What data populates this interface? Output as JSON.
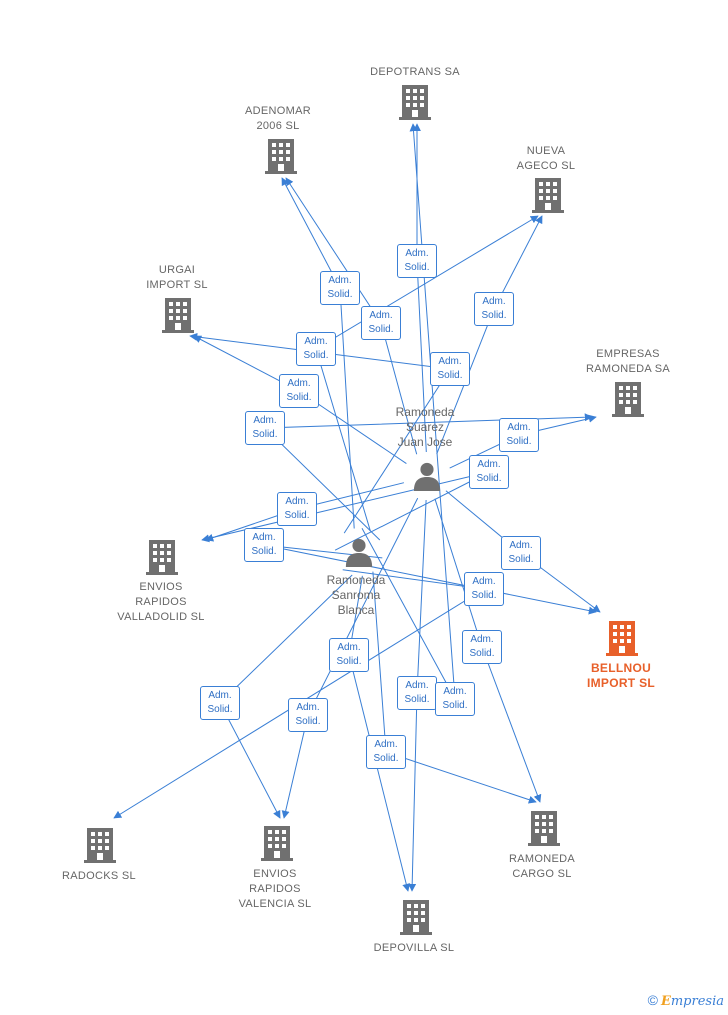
{
  "colors": {
    "edge": "#3a7fd5",
    "company": "#707070",
    "focus": "#e8602a",
    "person": "#707070"
  },
  "edge_label": "Adm.\nSolid.",
  "people": [
    {
      "id": "p1",
      "name": "Ramoneda\nSuarez\nJuan Jose",
      "icon": "person-icon"
    },
    {
      "id": "p2",
      "name": "Ramoneda\nSanroma\nBlanca",
      "icon": "person-icon"
    }
  ],
  "companies": [
    {
      "id": "c_depotrans",
      "name": "DEPOTRANS SA",
      "icon": "building-icon"
    },
    {
      "id": "c_adenomar",
      "name": "ADENOMAR\n2006 SL",
      "icon": "building-icon"
    },
    {
      "id": "c_nueva",
      "name": "NUEVA\nAGECO SL",
      "icon": "building-icon"
    },
    {
      "id": "c_urgai",
      "name": "URGAI\nIMPORT  SL",
      "icon": "building-icon"
    },
    {
      "id": "c_empresas",
      "name": "EMPRESAS\nRAMONEDA SA",
      "icon": "building-icon"
    },
    {
      "id": "c_envios_vall",
      "name": "ENVIOS\nRAPIDOS\nVALLADOLID SL",
      "icon": "building-icon"
    },
    {
      "id": "c_bellnou",
      "name": "BELLNOU\nIMPORT  SL",
      "icon": "building-icon",
      "focus": true
    },
    {
      "id": "c_radocks",
      "name": "RADOCKS  SL",
      "icon": "building-icon"
    },
    {
      "id": "c_envios_val",
      "name": "ENVIOS\nRAPIDOS\nVALENCIA  SL",
      "icon": "building-icon"
    },
    {
      "id": "c_depovilla",
      "name": "DEPOVILLA  SL",
      "icon": "building-icon"
    },
    {
      "id": "c_ramoneda_cargo",
      "name": "RAMONEDA\nCARGO SL",
      "icon": "building-icon"
    }
  ],
  "relations": [
    {
      "from": "p1",
      "to": "c_depotrans",
      "label": "Adm.\nSolid."
    },
    {
      "from": "p1",
      "to": "c_adenomar",
      "label": "Adm.\nSolid."
    },
    {
      "from": "p1",
      "to": "c_nueva",
      "label": "Adm.\nSolid."
    },
    {
      "from": "p1",
      "to": "c_urgai",
      "label": "Adm.\nSolid."
    },
    {
      "from": "p1",
      "to": "c_empresas",
      "label": "Adm.\nSolid."
    },
    {
      "from": "p1",
      "to": "c_envios_vall",
      "label": "Adm.\nSolid."
    },
    {
      "from": "p1",
      "to": "c_bellnou",
      "label": "Adm.\nSolid."
    },
    {
      "from": "p1",
      "to": "c_envios_val",
      "label": "Adm.\nSolid."
    },
    {
      "from": "p1",
      "to": "c_depovilla",
      "label": "Adm.\nSolid."
    },
    {
      "from": "p1",
      "to": "c_ramoneda_cargo",
      "label": "Adm.\nSolid."
    },
    {
      "from": "p2",
      "to": "c_depotrans",
      "label": "Adm.\nSolid."
    },
    {
      "from": "p2",
      "to": "c_adenomar",
      "label": "Adm.\nSolid."
    },
    {
      "from": "p2",
      "to": "c_nueva",
      "label": "Adm.\nSolid."
    },
    {
      "from": "p2",
      "to": "c_urgai",
      "label": "Adm.\nSolid."
    },
    {
      "from": "p2",
      "to": "c_empresas",
      "label": "Adm.\nSolid."
    },
    {
      "from": "p2",
      "to": "c_envios_vall",
      "label": "Adm.\nSolid."
    },
    {
      "from": "p2",
      "to": "c_bellnou",
      "label": "Adm.\nSolid."
    },
    {
      "from": "p2",
      "to": "c_radocks",
      "label": "Adm.\nSolid."
    },
    {
      "from": "p2",
      "to": "c_envios_val",
      "label": "Adm.\nSolid."
    },
    {
      "from": "p2",
      "to": "c_depovilla",
      "label": "Adm.\nSolid."
    },
    {
      "from": "p2",
      "to": "c_ramoneda_cargo",
      "label": "Adm.\nSolid."
    }
  ],
  "footer": {
    "copyright_symbol": "©",
    "brand_initial": "E",
    "brand_rest": "mpresia"
  }
}
